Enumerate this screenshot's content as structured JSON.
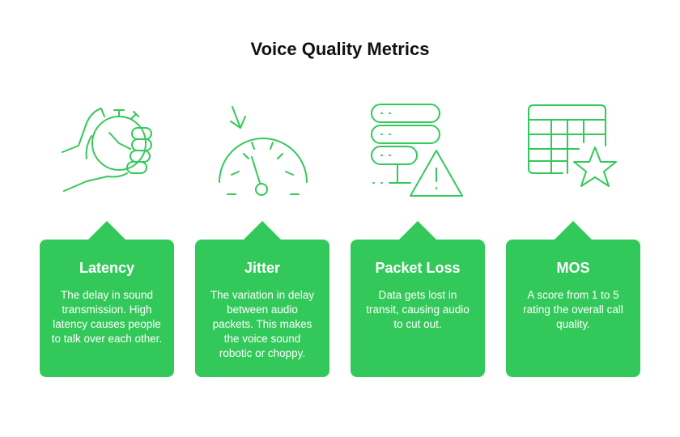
{
  "title": "Voice Quality Metrics",
  "colors": {
    "accent": "#33c95a",
    "title": "#111111",
    "card_text": "#ffffff"
  },
  "metrics": [
    {
      "icon": "hand-stopwatch-icon",
      "title": "Latency",
      "description": "The delay in sound transmission. High latency causes people to talk over each other."
    },
    {
      "icon": "speedometer-icon",
      "title": "Jitter",
      "description": "The variation in delay between audio packets. This makes the voice sound robotic or choppy."
    },
    {
      "icon": "server-warning-icon",
      "title": "Packet Loss",
      "description": "Data gets lost in transit, causing audio to cut out."
    },
    {
      "icon": "table-star-icon",
      "title": "MOS",
      "description": "A score from 1 to 5 rating the overall call quality."
    }
  ]
}
